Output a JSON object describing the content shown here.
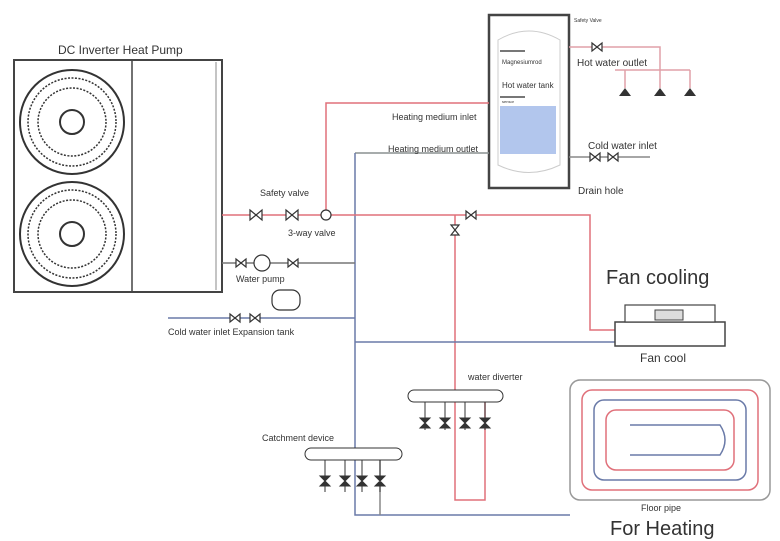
{
  "title": "DC Inverter Heat Pump",
  "labels": {
    "safety_valve_tank": "Safety Valve",
    "magnesium_rod": "Magnesiumrod",
    "hot_water_tank": "Hot water tank",
    "sensor": "sensor",
    "hot_water_outlet": "Hot water outlet",
    "heating_medium_inlet": "Heating medium inlet",
    "heating_medium_outlet": "Heating medium outlet",
    "cold_water_inlet_tank": "Cold water inlet",
    "drain_hole": "Drain hole",
    "safety_valve": "Safety valve",
    "three_way_valve": "3-way valve",
    "water_pump": "Water pump",
    "cold_water_inlet_expansion": "Cold water inlet Expansion tank",
    "fan_cooling": "Fan cooling",
    "fan_cool": "Fan cool",
    "water_diverter": "water diverter",
    "catchment_device": "Catchment device",
    "floor_pipe": "Floor pipe",
    "for_heating": "For Heating"
  },
  "colors": {
    "hot_pipe": "#e0707a",
    "cold_pipe": "#6a7aa8",
    "return_pipe": "#8a9090",
    "coil_blue": "#9fb8e8"
  }
}
